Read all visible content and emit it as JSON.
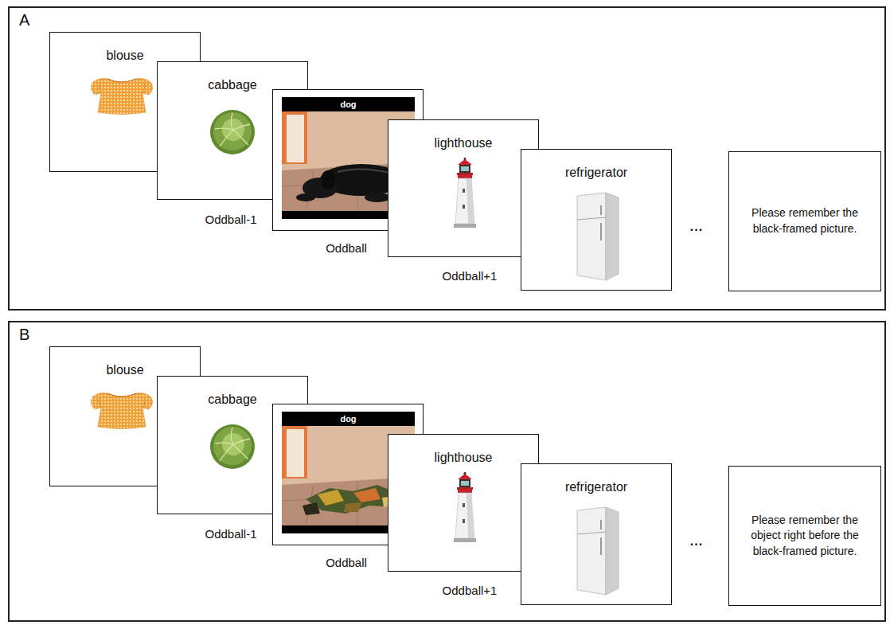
{
  "diagram": {
    "nodes": [
      {
        "text": [
          "A"
        ]
      },
      {
        "text": [
          "blouse"
        ],
        "in": 0
      },
      {
        "text": [
          "cabbage"
        ],
        "in": 0
      },
      {
        "text": [
          "dog"
        ],
        "in": 0
      },
      {
        "text": [
          "lighthouse"
        ],
        "in": 0
      },
      {
        "text": [
          "refrigerator"
        ],
        "in": 0
      },
      {
        "text": [
          "Please remember the black-framed picture."
        ],
        "in": 0
      },
      {
        "text": [
          "B"
        ]
      },
      {
        "text": [
          "blouse"
        ],
        "in": 7
      },
      {
        "text": [
          "cabbage"
        ],
        "in": 7
      },
      {
        "text": [
          "dog"
        ],
        "in": 7
      },
      {
        "text": [
          "lighthouse"
        ],
        "in": 7
      },
      {
        "text": [
          "refrigerator"
        ],
        "in": 7
      },
      {
        "text": [
          "Please remember the object right before the black-framed picture."
        ],
        "in": 7
      }
    ],
    "labels": [
      "Oddball-1",
      "Oddball",
      "Oddball+1",
      "...",
      "Oddball-1",
      "Oddball",
      "Oddball+1",
      "..."
    ]
  }
}
